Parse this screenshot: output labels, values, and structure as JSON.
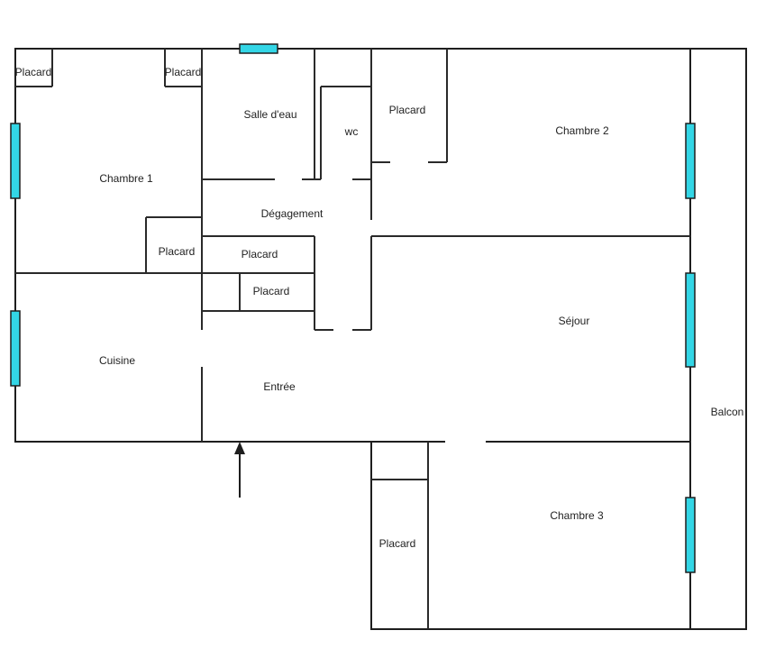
{
  "rooms": {
    "placard_top_left": "Placard",
    "placard_top_mid": "Placard",
    "chambre_1": "Chambre 1",
    "salle_deau": "Salle d'eau",
    "wc": "wc",
    "placard_wc": "Placard",
    "chambre_2": "Chambre 2",
    "degagement": "Dégagement",
    "placard_ch1": "Placard",
    "placard_deg_1": "Placard",
    "placard_deg_2": "Placard",
    "sejour": "Séjour",
    "cuisine": "Cuisine",
    "entree": "Entrée",
    "balcon": "Balcon",
    "chambre_3": "Chambre 3",
    "placard_ch3": "Placard"
  },
  "colors": {
    "window": "#33d6e6",
    "wall": "#1e1e1e"
  },
  "icons": {
    "entrance": "entrance-arrow-icon"
  }
}
